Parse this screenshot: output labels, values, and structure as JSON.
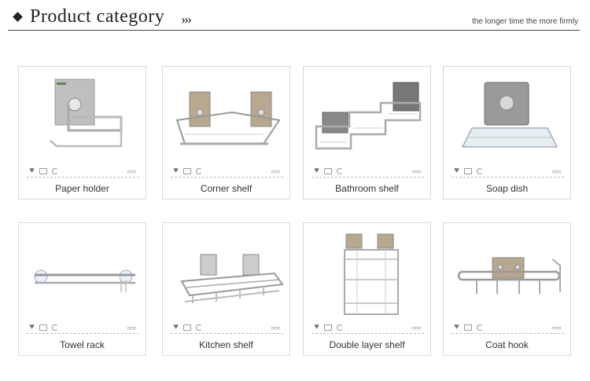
{
  "header": {
    "title": "Product category",
    "chevrons": "›››",
    "tagline": "the longer time the more firmly"
  },
  "icons": {
    "heart": "♥",
    "more": "○○○"
  },
  "products": [
    {
      "label": "Paper holder"
    },
    {
      "label": "Corner shelf"
    },
    {
      "label": "Bathroom shelf"
    },
    {
      "label": "Soap dish"
    },
    {
      "label": "Towel rack"
    },
    {
      "label": "Kitchen shelf"
    },
    {
      "label": "Double layer shelf"
    },
    {
      "label": "Coat hook"
    }
  ]
}
